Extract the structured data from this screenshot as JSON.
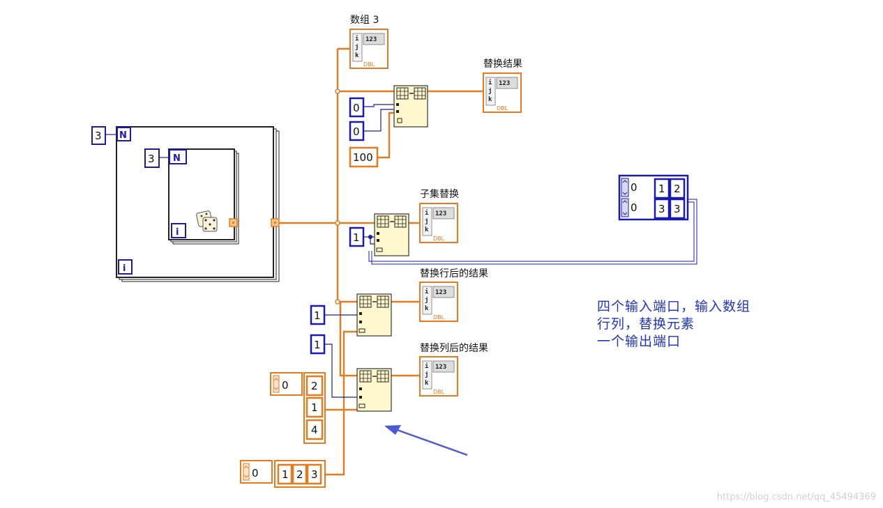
{
  "labels": {
    "array3": "数组 3",
    "replace_result": "替换结果",
    "subset_replace": "子集替换",
    "replace_row_result": "替换行后的结果",
    "replace_col_result": "替换列后的结果"
  },
  "note_lines": [
    "四个输入端口，输入数组",
    "行列，替换元素",
    "一个输出端口"
  ],
  "watermark": "https://blog.csdn.net/qq_45494369",
  "loops": {
    "outer": {
      "count": "3",
      "n": "N",
      "i": "i"
    },
    "inner": {
      "count": "3",
      "n": "N",
      "i": "i"
    }
  },
  "constants": {
    "c_a": "0",
    "c_b": "0",
    "c_100": "100",
    "c_subset_idx": "1",
    "c_row_idx": "1",
    "c_col_idx": "1"
  },
  "array_consts": {
    "blue_index": [
      "0",
      "0"
    ],
    "blue_values": [
      "1",
      "2",
      "3",
      "3"
    ],
    "col_index": "0",
    "col_values": [
      "2",
      "1",
      "4"
    ],
    "row_index": "0",
    "row_values": [
      "1",
      "2",
      "3"
    ]
  },
  "indicator_text": {
    "top": "123",
    "bottom": "DBL",
    "rows": [
      "i",
      "j",
      "k"
    ]
  },
  "colors": {
    "orange": "#e87a1e",
    "blue": "#1a1ab0",
    "node_fill": "#fff8cc"
  }
}
